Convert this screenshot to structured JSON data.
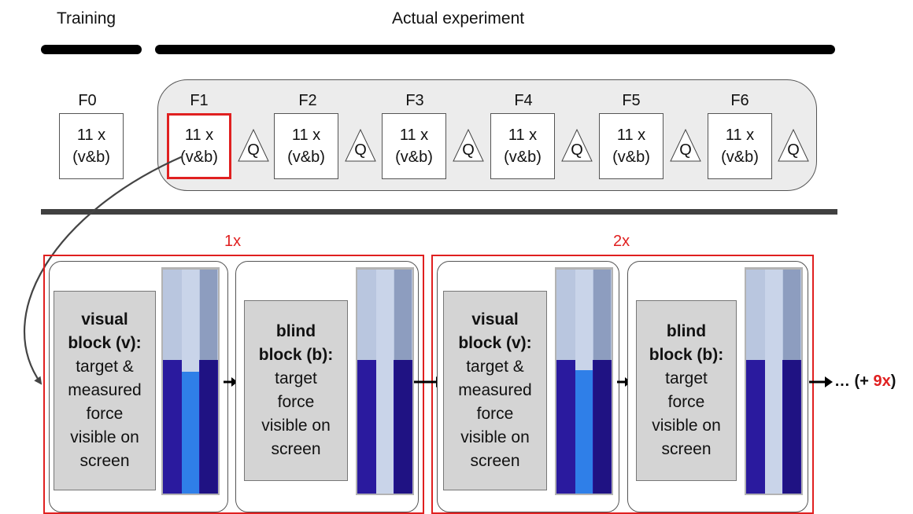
{
  "phases": {
    "training": "Training",
    "experiment": "Actual experiment"
  },
  "sessions": [
    {
      "label": "F0",
      "content_line1": "11 x",
      "content_line2": "(v&b)",
      "questionnaire": ""
    },
    {
      "label": "F1",
      "content_line1": "11 x",
      "content_line2": "(v&b)",
      "questionnaire": "Q"
    },
    {
      "label": "F2",
      "content_line1": "11 x",
      "content_line2": "(v&b)",
      "questionnaire": "Q"
    },
    {
      "label": "F3",
      "content_line1": "11 x",
      "content_line2": "(v&b)",
      "questionnaire": "Q"
    },
    {
      "label": "F4",
      "content_line1": "11 x",
      "content_line2": "(v&b)",
      "questionnaire": "Q"
    },
    {
      "label": "F5",
      "content_line1": "11 x",
      "content_line2": "(v&b)",
      "questionnaire": "Q"
    },
    {
      "label": "F6",
      "content_line1": "11 x",
      "content_line2": "(v&b)",
      "questionnaire": "Q"
    }
  ],
  "repetitions": [
    {
      "label": "1x"
    },
    {
      "label": "2x"
    }
  ],
  "blocks": {
    "visual": {
      "title_line1": "visual",
      "title_line2": "block (v):",
      "desc": [
        "target &",
        "measured",
        "force",
        "visible on",
        "screen"
      ]
    },
    "blind": {
      "title_line1": "blind",
      "title_line2": "block (b):",
      "desc": [
        "target",
        "force",
        "visible on",
        "screen"
      ]
    }
  },
  "continuation": {
    "prefix": "… (+ ",
    "count": "9x",
    "suffix": ")"
  },
  "colors": {
    "highlight": "#e02020",
    "bar_dark_blue": "#2a1a9e",
    "bar_light_blue": "#2f7fe8",
    "bar_pale": "#b9c6df"
  }
}
